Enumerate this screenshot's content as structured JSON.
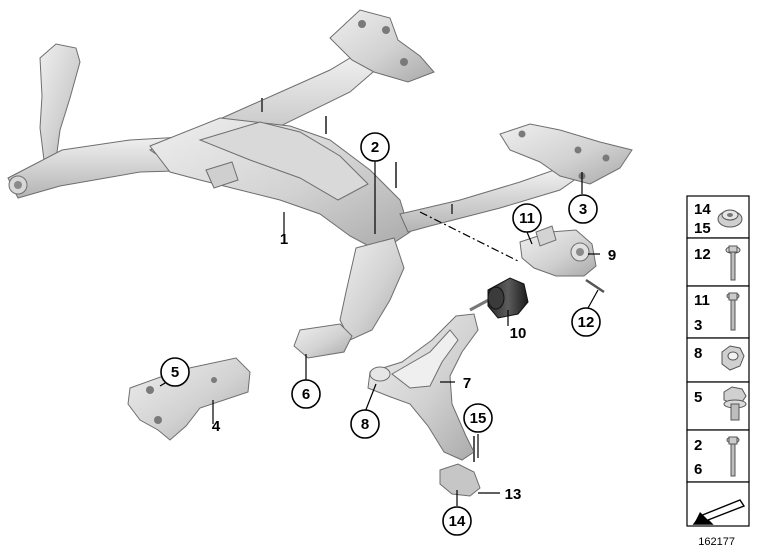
{
  "colors": {
    "part_light": "#e3e3e3",
    "part_mid": "#c9c9c9",
    "part_dark": "#a2a2a2",
    "line": "#000000",
    "background": "#ffffff"
  },
  "callouts": {
    "c1": "1",
    "c2": "2",
    "c3": "3",
    "c4": "4",
    "c5": "5",
    "c6": "6",
    "c7": "7",
    "c8": "8",
    "c9": "9",
    "c10": "10",
    "c11": "11",
    "c12": "12",
    "c13": "13",
    "c14": "14",
    "c15": "15"
  },
  "parts_panel": {
    "rows": [
      {
        "labels": [
          "14",
          "15"
        ],
        "icon": "flange-nut-icon"
      },
      {
        "labels": [
          "12"
        ],
        "icon": "long-flange-bolt-icon"
      },
      {
        "labels": [
          "11",
          "3"
        ],
        "icon": "hex-bolt-icon"
      },
      {
        "labels": [
          "8"
        ],
        "icon": "hex-nut-icon"
      },
      {
        "labels": [
          "5"
        ],
        "icon": "short-flange-bolt-icon"
      },
      {
        "labels": [
          "2",
          "6"
        ],
        "icon": "hex-bolt-long-icon"
      }
    ],
    "footer_icon": "direction-arrow-icon"
  },
  "reference_number": "162177"
}
